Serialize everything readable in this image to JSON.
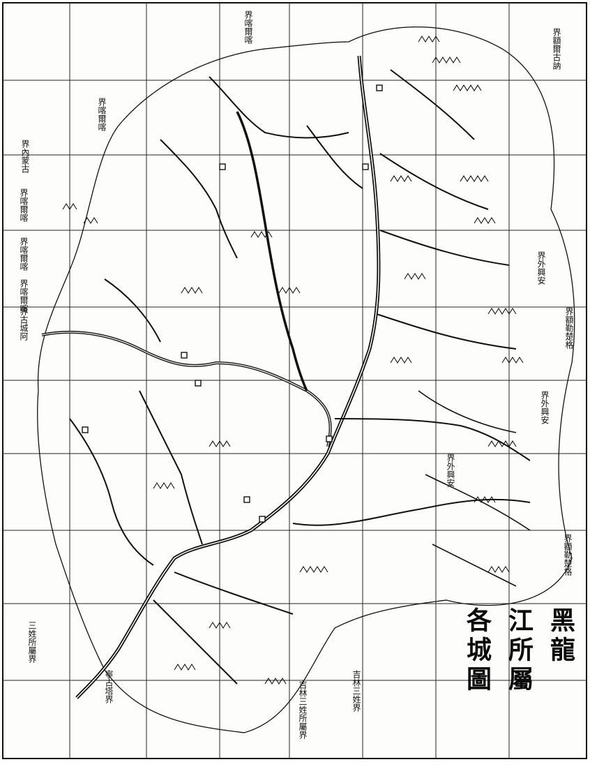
{
  "map": {
    "title_lines": [
      "黑龍",
      "江所屬",
      "各城圖"
    ],
    "labels": {
      "sancheng": "三姓所屬界",
      "jilin_sanxing": "吉林三姓界",
      "ningguta": "寧古塔界",
      "jilin_bounds": "吉林三姓所屬界",
      "north_border": "界額爾古訥",
      "east_border_1": "界額勒楚格",
      "east_border_2": "界額勒楚格",
      "west_border_1": "界古城阿",
      "west_border_2": "界喀爾喀",
      "west_border_3": "界喀爾喀",
      "west_border_4": "界喀爾喀",
      "northwest_border": "界內蒙古",
      "upper_1": "界外興安",
      "upper_2": "界外興安",
      "upper_3": "界外興安",
      "khalkha_1": "界喀爾喀",
      "khalkha_2": "界喀爾喀"
    }
  }
}
